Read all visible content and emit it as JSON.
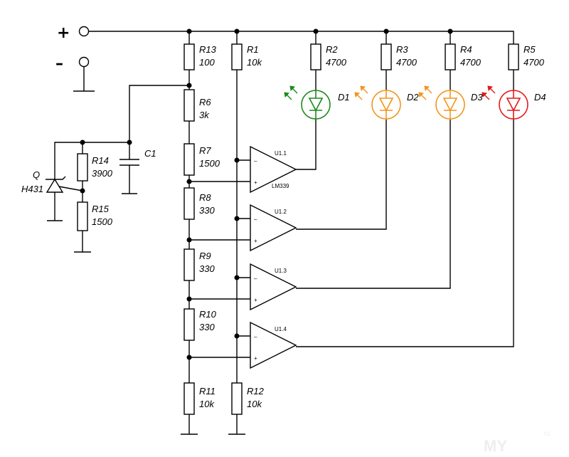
{
  "terminals": {
    "plus": "+",
    "minus": "–"
  },
  "components": {
    "R13": {
      "name": "R13",
      "value": "100"
    },
    "R6": {
      "name": "R6",
      "value": "3k"
    },
    "R7": {
      "name": "R7",
      "value": "1500"
    },
    "R8": {
      "name": "R8",
      "value": "330"
    },
    "R9": {
      "name": "R9",
      "value": "330"
    },
    "R10": {
      "name": "R10",
      "value": "330"
    },
    "R11": {
      "name": "R11",
      "value": "10k"
    },
    "R1": {
      "name": "R1",
      "value": "10k"
    },
    "R12": {
      "name": "R12",
      "value": "10k"
    },
    "R2": {
      "name": "R2",
      "value": "4700"
    },
    "R3": {
      "name": "R3",
      "value": "4700"
    },
    "R4": {
      "name": "R4",
      "value": "4700"
    },
    "R5": {
      "name": "R5",
      "value": "4700"
    },
    "R14": {
      "name": "R14",
      "value": "3900"
    },
    "R15": {
      "name": "R15",
      "value": "1500"
    },
    "C1": {
      "name": "C1"
    },
    "Q": {
      "name": "Q",
      "part": "H431"
    },
    "D1": {
      "name": "D1",
      "color": "#1a8a1a"
    },
    "D2": {
      "name": "D2",
      "color": "#f0961e"
    },
    "D3": {
      "name": "D3",
      "color": "#f0961e"
    },
    "D4": {
      "name": "D4",
      "color": "#e21b1b"
    },
    "U1_1": {
      "name": "U1.1",
      "part": "LM339"
    },
    "U1_2": {
      "name": "U1.2"
    },
    "U1_3": {
      "name": "U1.3"
    },
    "U1_4": {
      "name": "U1.4"
    }
  },
  "opamp_pins": {
    "minus": "–",
    "plus": "+"
  },
  "watermark": {
    "text": "MY",
    "suffix": ".ru"
  }
}
